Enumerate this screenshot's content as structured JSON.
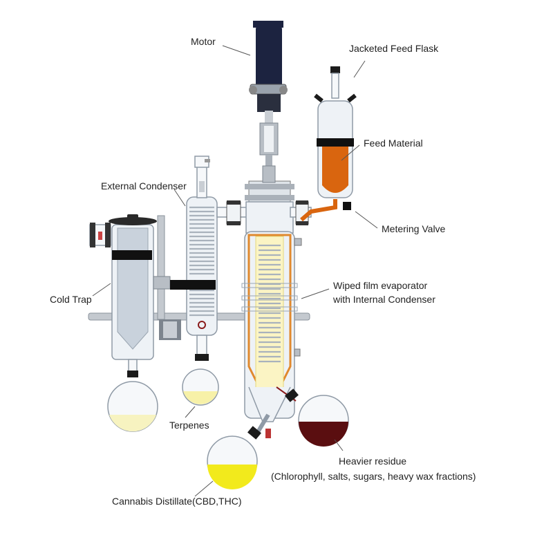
{
  "labels": {
    "motor": "Motor",
    "jacketed_feed_flask": "Jacketed Feed Flask",
    "feed_material": "Feed Material",
    "external_condenser": "External Condenser",
    "metering_valve": "Metering Valve",
    "wiped_film_line1": "Wiped film evaporator",
    "wiped_film_line2": "with Internal Condenser",
    "cold_trap": "Cold Trap",
    "terpenes": "Terpenes",
    "heavier_residue": "Heavier residue",
    "heavier_residue_detail": "(Chlorophyll, salts, sugars, heavy wax fractions)",
    "cannabis_distillate": "Cannabis Distillate(CBD,THC)"
  },
  "colors": {
    "motor": "#1c2340",
    "feed_material": "#d9650f",
    "distillate": "#f2ea1c",
    "terpenes": "#f7f1a8",
    "cold_trap_liquid": "#f7f3c0",
    "residue": "#5a0e10",
    "heater_jacket": "#e0892e"
  }
}
